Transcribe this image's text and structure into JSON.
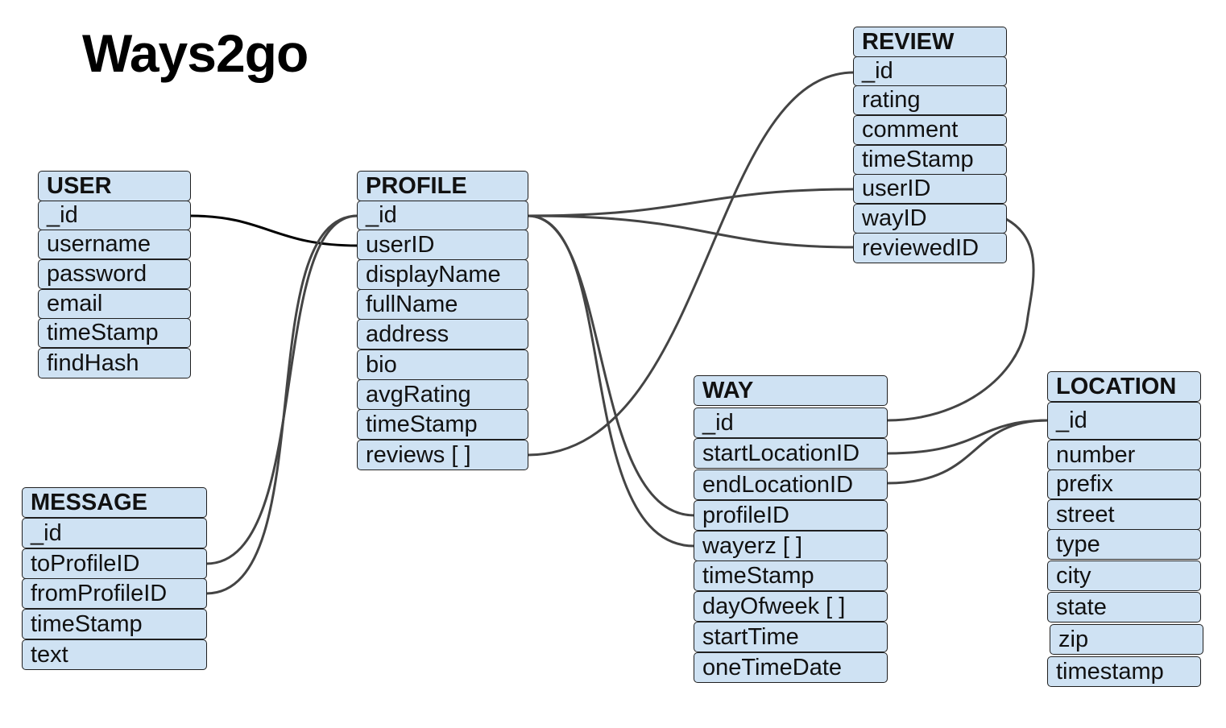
{
  "diagram": {
    "title": "Ways2go",
    "entities": {
      "user": {
        "name": "USER",
        "fields": [
          "_id",
          "username",
          "password",
          "email",
          "timeStamp",
          "findHash"
        ]
      },
      "profile": {
        "name": "PROFILE",
        "fields": [
          "_id",
          "userID",
          "displayName",
          "fullName",
          "address",
          "bio",
          "avgRating",
          "timeStamp",
          "reviews [ ]"
        ]
      },
      "message": {
        "name": "MESSAGE",
        "fields": [
          "_id",
          "toProfileID",
          "fromProfileID",
          "timeStamp",
          "text"
        ]
      },
      "review": {
        "name": "REVIEW",
        "fields": [
          "_id",
          "rating",
          "comment",
          "timeStamp",
          "userID",
          "wayID",
          "reviewedID"
        ]
      },
      "way": {
        "name": "WAY",
        "fields": [
          "_id",
          "startLocationID",
          "endLocationID",
          "profileID",
          "wayerz  [ ]",
          "timeStamp",
          "dayOfweek [ ]",
          "startTime",
          "oneTimeDate"
        ]
      },
      "location": {
        "name": "LOCATION",
        "fields": [
          "_id",
          "number",
          "prefix",
          "street",
          "type",
          "city",
          "state",
          "zip",
          "timestamp"
        ]
      }
    },
    "relationships": [
      {
        "from": "USER._id",
        "to": "PROFILE.userID"
      },
      {
        "from": "PROFILE._id",
        "to": "MESSAGE.toProfileID"
      },
      {
        "from": "PROFILE._id",
        "to": "MESSAGE.fromProfileID"
      },
      {
        "from": "PROFILE._id",
        "to": "REVIEW.userID"
      },
      {
        "from": "PROFILE._id",
        "to": "REVIEW.reviewedID"
      },
      {
        "from": "PROFILE._id",
        "to": "WAY.profileID"
      },
      {
        "from": "PROFILE._id",
        "to": "WAY.wayerz"
      },
      {
        "from": "PROFILE.reviews",
        "to": "REVIEW._id"
      },
      {
        "from": "REVIEW.wayID",
        "to": "WAY._id"
      },
      {
        "from": "WAY.startLocationID",
        "to": "LOCATION._id"
      },
      {
        "from": "WAY.endLocationID",
        "to": "LOCATION._id"
      }
    ]
  }
}
